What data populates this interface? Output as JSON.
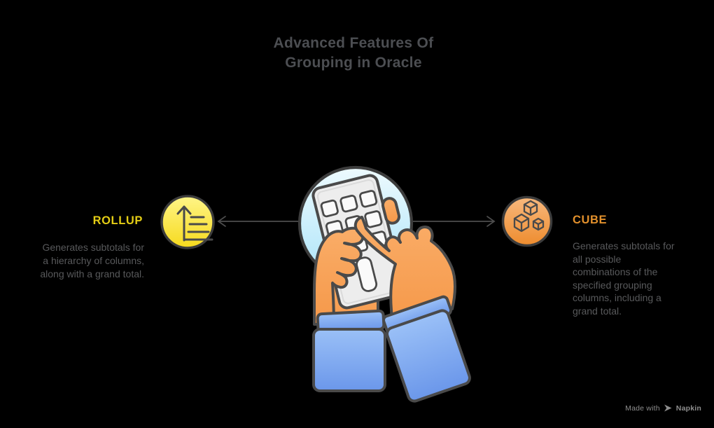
{
  "title": {
    "text": "Advanced Features Of\nGrouping in Oracle"
  },
  "nodes": {
    "rollup": {
      "label": "ROLLUP",
      "description": "Generates subtotals for\na hierarchy of columns,\nalong with a grand total.",
      "accent": "#E4CD15",
      "icon": "sort-ascending-lines-icon",
      "circle_fill_top": "#FFF588",
      "circle_fill_bottom": "#F6DA1D"
    },
    "cube": {
      "label": "CUBE",
      "description": "Generates subtotals for\nall possible\ncombinations of the\nspecified grouping\ncolumns, including a\ngrand total.",
      "accent": "#E2902C",
      "icon": "stacked-cubes-icon",
      "circle_fill_top": "#F8B97E",
      "circle_fill_bottom": "#EE8C2E"
    }
  },
  "center_illustration": {
    "icon": "hands-typing-on-keypad-illustration",
    "circle_fill_top": "#E9F8FE",
    "circle_fill_bottom": "#ACE4F9",
    "hand_color": "#F7A159",
    "sleeve_color": "#7FA7F0",
    "device_color": "#EDEDED"
  },
  "connectors": {
    "style": "arrow",
    "color": "#4D4D4D",
    "left_direction": "left",
    "right_direction": "right"
  },
  "footer": {
    "made_with": "Made with",
    "brand": "Napkin",
    "icon": "napkin-pen-icon"
  },
  "colors": {
    "background": "#000000",
    "title_text": "#4C4E52",
    "body_text": "#58595B",
    "outline": "#3C3C3C"
  }
}
